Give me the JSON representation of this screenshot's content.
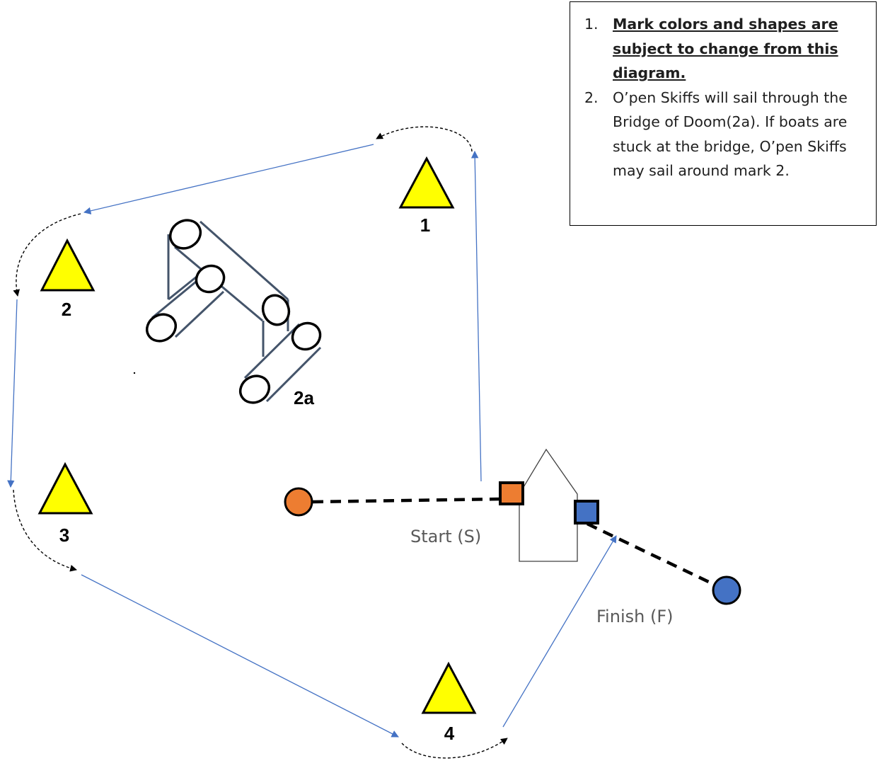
{
  "marks": [
    {
      "id": "1",
      "label": "1",
      "color": "#ffff00"
    },
    {
      "id": "2",
      "label": "2",
      "color": "#ffff00"
    },
    {
      "id": "3",
      "label": "3",
      "color": "#ffff00"
    },
    {
      "id": "4",
      "label": "4",
      "color": "#ffff00"
    }
  ],
  "bridge": {
    "label": "2a"
  },
  "start": {
    "label": "Start (S)",
    "pin_color": "#ed7d31"
  },
  "finish": {
    "label": "Finish (F)",
    "pin_color": "#4472c4"
  },
  "notes": [
    {
      "number": "1.",
      "text": "Mark colors and shapes are subject to change from this diagram."
    },
    {
      "number": "2.",
      "text": "O’pen Skiffs will sail through the Bridge of Doom(2a). If boats are stuck at the bridge, O’pen Skiffs may sail around mark 2."
    }
  ],
  "colors": {
    "course_line": "#4472c4",
    "rounding_arrow": "#000000",
    "bridge_struts": "#44546a",
    "mark_fill": "#ffff00"
  }
}
